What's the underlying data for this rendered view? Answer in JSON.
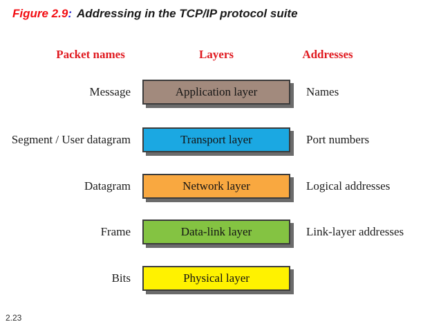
{
  "title": {
    "figure_label": "Figure 2.9",
    "colon": ":",
    "text": "Addressing in the TCP/IP protocol suite"
  },
  "columns": {
    "packet_names": "Packet names",
    "layers": "Layers",
    "addresses": "Addresses"
  },
  "rows": [
    {
      "packet": "Message",
      "layer": "Application layer",
      "address": "Names",
      "color": "#a28a7d"
    },
    {
      "packet": "Segment / User datagram",
      "layer": "Transport layer",
      "address": "Port numbers",
      "color": "#1ba8e2"
    },
    {
      "packet": "Datagram",
      "layer": "Network layer",
      "address": "Logical addresses",
      "color": "#f9a840"
    },
    {
      "packet": "Frame",
      "layer": "Data-link layer",
      "address": "Link-layer addresses",
      "color": "#84c342"
    },
    {
      "packet": "Bits",
      "layer": "Physical layer",
      "address": "",
      "color": "#fff200"
    }
  ],
  "page_number": "2.23",
  "colors": {
    "figure_label_red": "#f20d12",
    "colon_blue": "#2323cc",
    "header_red": "#e01a20",
    "box_border": "#3b3b3b",
    "box_shadow": "#6b6b6b",
    "background": "#ffffff"
  }
}
